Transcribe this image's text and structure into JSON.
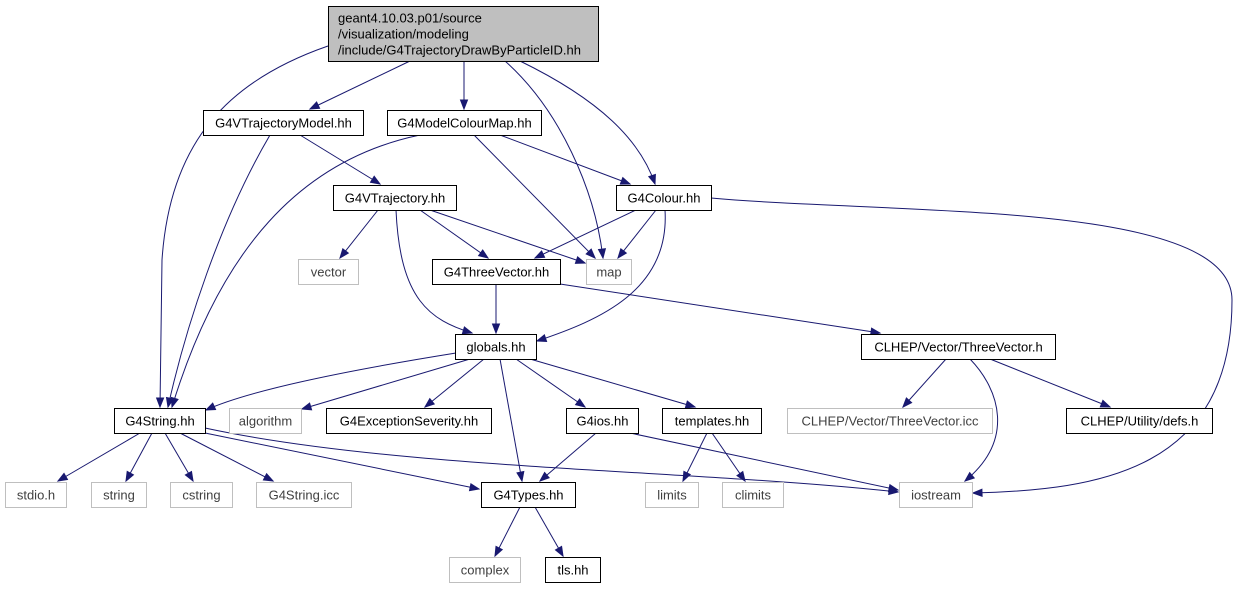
{
  "diagram": {
    "type": "include-dependency-graph",
    "colors": {
      "root_fill": "#bfbfbf",
      "node_fill": "#ffffff",
      "node_border": "#000000",
      "external_border": "#bfbfbf",
      "external_text": "#404040",
      "edge": "#191970"
    },
    "nodes": [
      {
        "id": "root",
        "kind": "root",
        "lines": [
          "geant4.10.03.p01/source",
          "/visualization/modeling",
          "/include/G4TrajectoryDrawByParticleID.hh"
        ]
      },
      {
        "id": "g4vtrajectorymodel",
        "kind": "file",
        "lines": [
          "G4VTrajectoryModel.hh"
        ]
      },
      {
        "id": "g4modelcolourmap",
        "kind": "file",
        "lines": [
          "G4ModelColourMap.hh"
        ]
      },
      {
        "id": "g4vtrajectory",
        "kind": "file",
        "lines": [
          "G4VTrajectory.hh"
        ]
      },
      {
        "id": "g4colour",
        "kind": "file",
        "lines": [
          "G4Colour.hh"
        ]
      },
      {
        "id": "vector",
        "kind": "external",
        "lines": [
          "vector"
        ]
      },
      {
        "id": "g4threevector",
        "kind": "file",
        "lines": [
          "G4ThreeVector.hh"
        ]
      },
      {
        "id": "map",
        "kind": "external",
        "lines": [
          "map"
        ]
      },
      {
        "id": "globals",
        "kind": "file",
        "lines": [
          "globals.hh"
        ]
      },
      {
        "id": "clhep_threevector",
        "kind": "file",
        "lines": [
          "CLHEP/Vector/ThreeVector.h"
        ]
      },
      {
        "id": "g4string",
        "kind": "file",
        "lines": [
          "G4String.hh"
        ]
      },
      {
        "id": "algorithm",
        "kind": "external",
        "lines": [
          "algorithm"
        ]
      },
      {
        "id": "g4exceptionseverity",
        "kind": "file",
        "lines": [
          "G4ExceptionSeverity.hh"
        ]
      },
      {
        "id": "g4ios",
        "kind": "file",
        "lines": [
          "G4ios.hh"
        ]
      },
      {
        "id": "templates",
        "kind": "file",
        "lines": [
          "templates.hh"
        ]
      },
      {
        "id": "clhep_threevector_icc",
        "kind": "external",
        "lines": [
          "CLHEP/Vector/ThreeVector.icc"
        ]
      },
      {
        "id": "clhep_defs",
        "kind": "file",
        "lines": [
          "CLHEP/Utility/defs.h"
        ]
      },
      {
        "id": "stdio",
        "kind": "external",
        "lines": [
          "stdio.h"
        ]
      },
      {
        "id": "string",
        "kind": "external",
        "lines": [
          "string"
        ]
      },
      {
        "id": "cstring",
        "kind": "external",
        "lines": [
          "cstring"
        ]
      },
      {
        "id": "g4string_icc",
        "kind": "external",
        "lines": [
          "G4String.icc"
        ]
      },
      {
        "id": "g4types",
        "kind": "file",
        "lines": [
          "G4Types.hh"
        ]
      },
      {
        "id": "limits",
        "kind": "external",
        "lines": [
          "limits"
        ]
      },
      {
        "id": "climits",
        "kind": "external",
        "lines": [
          "climits"
        ]
      },
      {
        "id": "iostream",
        "kind": "external",
        "lines": [
          "iostream"
        ]
      },
      {
        "id": "complex",
        "kind": "external",
        "lines": [
          "complex"
        ]
      },
      {
        "id": "tls",
        "kind": "file",
        "lines": [
          "tls.hh"
        ]
      }
    ],
    "edges": [
      [
        "root",
        "g4vtrajectorymodel"
      ],
      [
        "root",
        "g4modelcolourmap"
      ],
      [
        "root",
        "g4string"
      ],
      [
        "root",
        "map"
      ],
      [
        "root",
        "g4colour"
      ],
      [
        "g4vtrajectorymodel",
        "g4vtrajectory"
      ],
      [
        "g4vtrajectorymodel",
        "g4string"
      ],
      [
        "g4modelcolourmap",
        "g4string"
      ],
      [
        "g4modelcolourmap",
        "map"
      ],
      [
        "g4modelcolourmap",
        "g4colour"
      ],
      [
        "g4vtrajectory",
        "vector"
      ],
      [
        "g4vtrajectory",
        "g4threevector"
      ],
      [
        "g4vtrajectory",
        "map"
      ],
      [
        "g4vtrajectory",
        "globals"
      ],
      [
        "g4colour",
        "g4threevector"
      ],
      [
        "g4colour",
        "map"
      ],
      [
        "g4colour",
        "globals"
      ],
      [
        "g4colour",
        "iostream"
      ],
      [
        "g4threevector",
        "globals"
      ],
      [
        "g4threevector",
        "clhep_threevector"
      ],
      [
        "globals",
        "g4string"
      ],
      [
        "globals",
        "algorithm"
      ],
      [
        "globals",
        "g4exceptionseverity"
      ],
      [
        "globals",
        "g4ios"
      ],
      [
        "globals",
        "templates"
      ],
      [
        "globals",
        "g4types"
      ],
      [
        "clhep_threevector",
        "clhep_threevector_icc"
      ],
      [
        "clhep_threevector",
        "clhep_defs"
      ],
      [
        "clhep_threevector",
        "iostream"
      ],
      [
        "g4string",
        "stdio"
      ],
      [
        "g4string",
        "string"
      ],
      [
        "g4string",
        "cstring"
      ],
      [
        "g4string",
        "g4string_icc"
      ],
      [
        "g4string",
        "g4types"
      ],
      [
        "g4string",
        "iostream"
      ],
      [
        "g4ios",
        "g4types"
      ],
      [
        "g4ios",
        "iostream"
      ],
      [
        "templates",
        "limits"
      ],
      [
        "templates",
        "climits"
      ],
      [
        "g4types",
        "complex"
      ],
      [
        "g4types",
        "tls"
      ]
    ]
  }
}
